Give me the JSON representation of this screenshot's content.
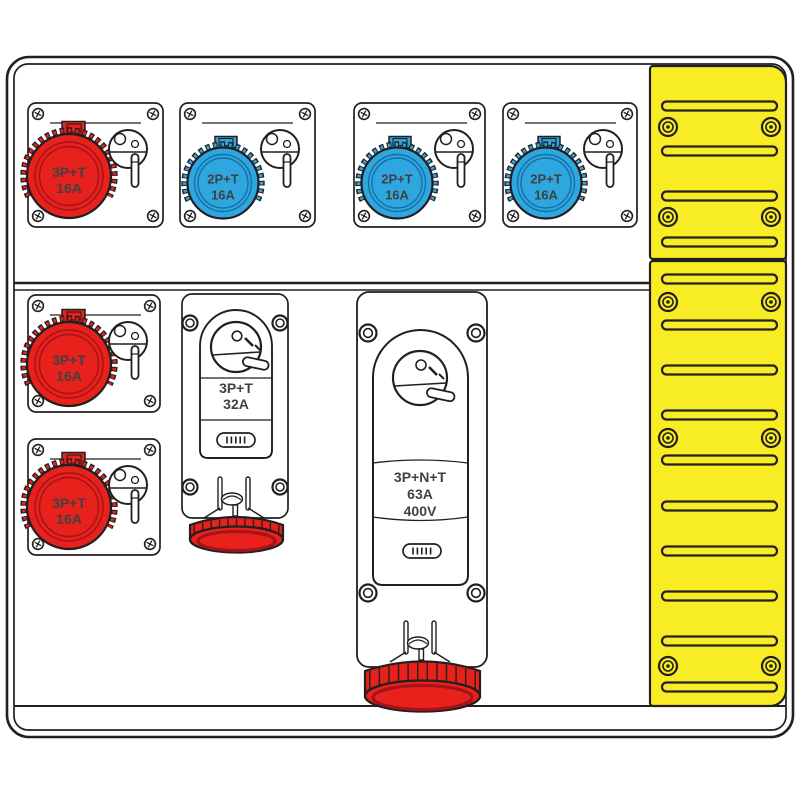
{
  "colors": {
    "red": "#e8211c",
    "blue": "#2ea7e0",
    "yellow": "#f8ec25",
    "outline": "#231f20",
    "socket_label": "#414042",
    "dark_red": "#a3131a",
    "dark_blue": "#1a6ea5",
    "white": "#ffffff"
  },
  "sockets": {
    "top_row": [
      {
        "color": "red",
        "rating": {
          "line1": "3P+T",
          "line2": "16A"
        }
      },
      {
        "color": "blue",
        "rating": {
          "line1": "2P+T",
          "line2": "16A"
        }
      },
      {
        "color": "blue",
        "rating": {
          "line1": "2P+T",
          "line2": "16A"
        }
      },
      {
        "color": "blue",
        "rating": {
          "line1": "2P+T",
          "line2": "16A"
        }
      }
    ],
    "left_column": [
      {
        "color": "red",
        "rating": {
          "line1": "3P+T",
          "line2": "16A"
        }
      },
      {
        "color": "red",
        "rating": {
          "line1": "3P+T",
          "line2": "16A"
        }
      }
    ],
    "vertical_units": [
      {
        "color": "red",
        "rating": {
          "line1": "3P+T",
          "line2": "32A"
        }
      },
      {
        "color": "red",
        "rating": {
          "line1": "3P+N+T",
          "line2": "63A",
          "line3": "400V"
        }
      }
    ]
  },
  "yellow_panel": {
    "sections": [
      {
        "slot_count": 4,
        "screw_pairs": 2
      },
      {
        "slot_count": 10,
        "screw_pairs": 3
      }
    ]
  }
}
